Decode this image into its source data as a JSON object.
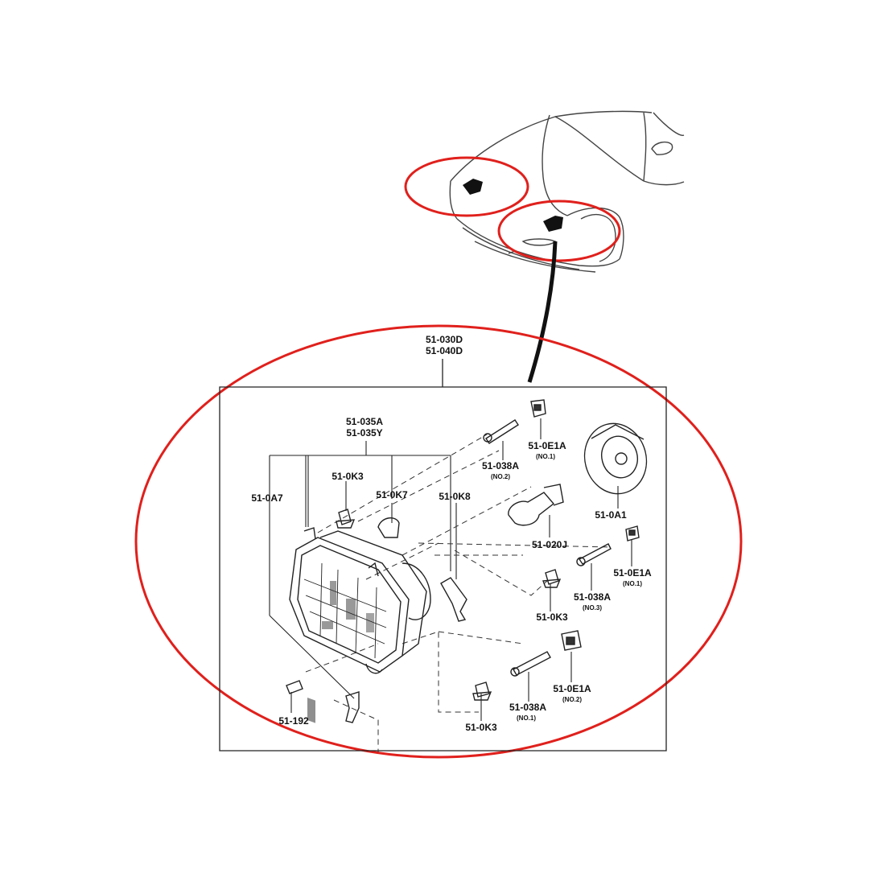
{
  "diagram": {
    "assembly_part_numbers": [
      "51-030D",
      "51-040D"
    ],
    "unit_part_numbers": [
      "51-035A",
      "51-035Y"
    ],
    "callouts": {
      "frame_rim": "51-0A7",
      "bracket_left": "51-0K3",
      "bracket_center": "51-0K7",
      "wire_bracket": "51-0K8",
      "adjust_screw_top": "51-038A",
      "adjust_screw_top_note": "(NO.2)",
      "nut_top": "51-0E1A",
      "nut_top_note": "(NO.1)",
      "bulb_cover": "51-0A1",
      "bulb": "51-020J",
      "adjust_screw_mid": "51-038A",
      "adjust_screw_mid_note": "(NO.3)",
      "nut_mid": "51-0E1A",
      "nut_mid_note": "(NO.1)",
      "clip_mid": "51-0K3",
      "clip_bottom": "51-0K3",
      "adjust_screw_bottom": "51-038A",
      "adjust_screw_bottom_note": "(NO.1)",
      "nut_bottom": "51-0E1A",
      "nut_bottom_note": "(NO.2)",
      "spring_clip": "51-192"
    },
    "highlight_color": "#e0201c",
    "line_color": "#222222"
  }
}
